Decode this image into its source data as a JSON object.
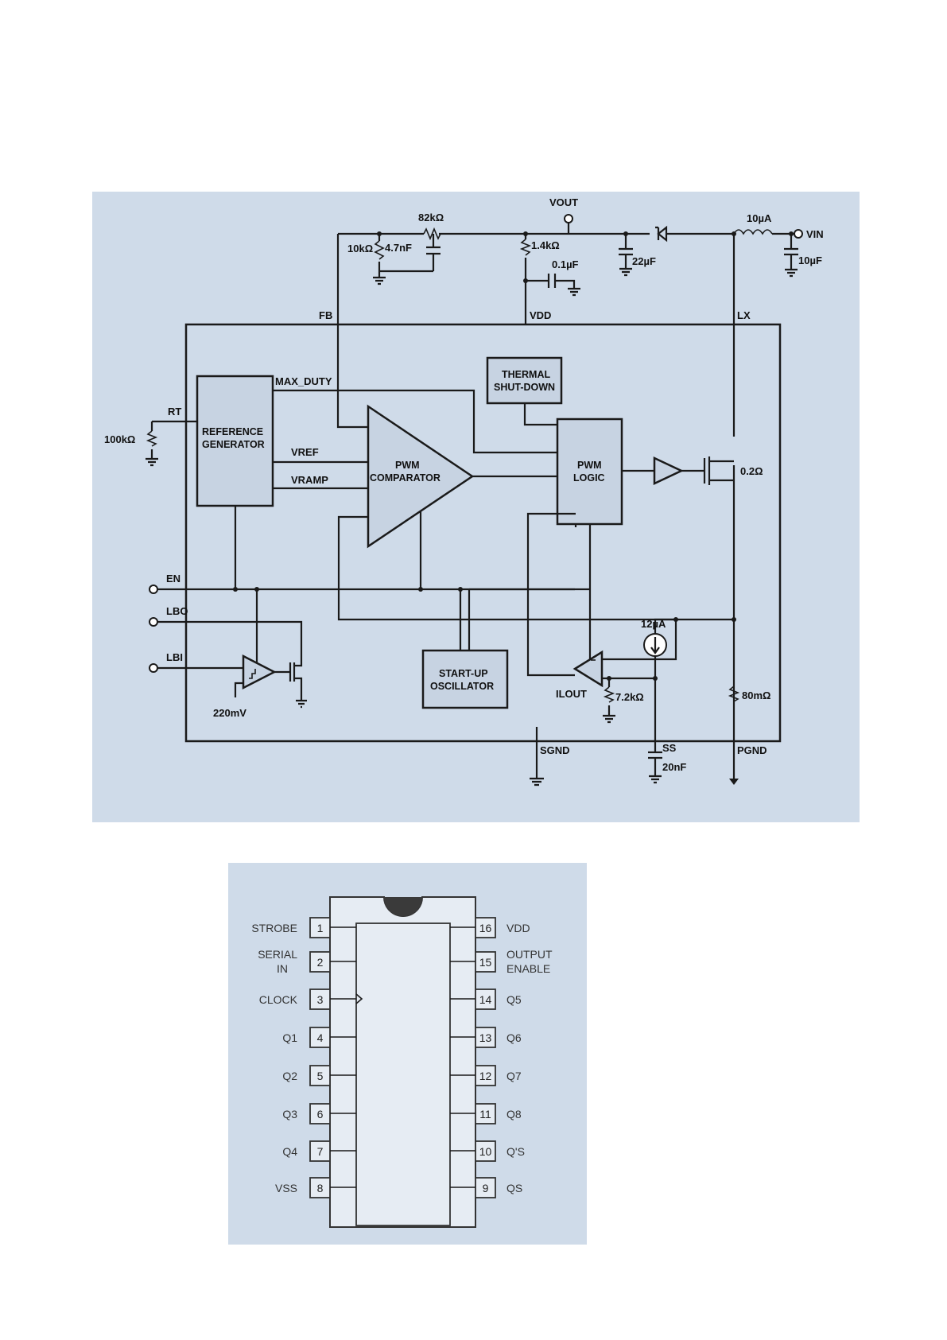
{
  "schematic": {
    "top_labels": {
      "vout": "VOUT",
      "vin": "VIN",
      "r_82k": "82kΩ",
      "r_10k": "10kΩ",
      "c_4n7": "4.7nF",
      "r_1k4": "1.4kΩ",
      "c_0u1": "0.1µF",
      "c_22u": "22µF",
      "l_10u": "10µA",
      "c_10u": "10µF"
    },
    "pins": {
      "fb": "FB",
      "vdd": "VDD",
      "lx": "LX",
      "rt": "RT",
      "en": "EN",
      "lbo": "LBO",
      "lbi": "LBI",
      "sgnd": "SGND",
      "pgnd": "PGND",
      "ss": "SS"
    },
    "blocks": {
      "ref_line1": "REFERENCE",
      "ref_line2": "GENERATOR",
      "pwm_comp_line1": "PWM",
      "pwm_comp_line2": "COMPARATOR",
      "thermal_line1": "THERMAL",
      "thermal_line2": "SHUT-DOWN",
      "pwm_logic_line1": "PWM",
      "pwm_logic_line2": "LOGIC",
      "startup_line1": "START-UP",
      "startup_line2": "OSCILLATOR"
    },
    "signals": {
      "max_duty": "MAX_DUTY",
      "vref": "VREF",
      "vramp": "VRAMP",
      "ilout": "ILOUT"
    },
    "values": {
      "r_100k": "100kΩ",
      "r_0u2": "0.2Ω",
      "i_12u": "12µA",
      "r_7k2": "7.2kΩ",
      "r_80m": "80mΩ",
      "v_220m": "220mV",
      "c_20n": "20nF"
    }
  },
  "pinout": {
    "left": [
      {
        "num": "1",
        "label": "STROBE",
        "label2": ""
      },
      {
        "num": "2",
        "label": "SERIAL",
        "label2": "IN"
      },
      {
        "num": "3",
        "label": "CLOCK",
        "label2": ""
      },
      {
        "num": "4",
        "label": "Q1",
        "label2": ""
      },
      {
        "num": "5",
        "label": "Q2",
        "label2": ""
      },
      {
        "num": "6",
        "label": "Q3",
        "label2": ""
      },
      {
        "num": "7",
        "label": "Q4",
        "label2": ""
      },
      {
        "num": "8",
        "label": "VSS",
        "label2": ""
      }
    ],
    "right": [
      {
        "num": "16",
        "label": "VDD",
        "label2": ""
      },
      {
        "num": "15",
        "label": "OUTPUT",
        "label2": "ENABLE"
      },
      {
        "num": "14",
        "label": "Q5",
        "label2": ""
      },
      {
        "num": "13",
        "label": "Q6",
        "label2": ""
      },
      {
        "num": "12",
        "label": "Q7",
        "label2": ""
      },
      {
        "num": "11",
        "label": "Q8",
        "label2": ""
      },
      {
        "num": "10",
        "label": "Q'S",
        "label2": ""
      },
      {
        "num": "9",
        "label": "QS",
        "label2": ""
      }
    ]
  }
}
